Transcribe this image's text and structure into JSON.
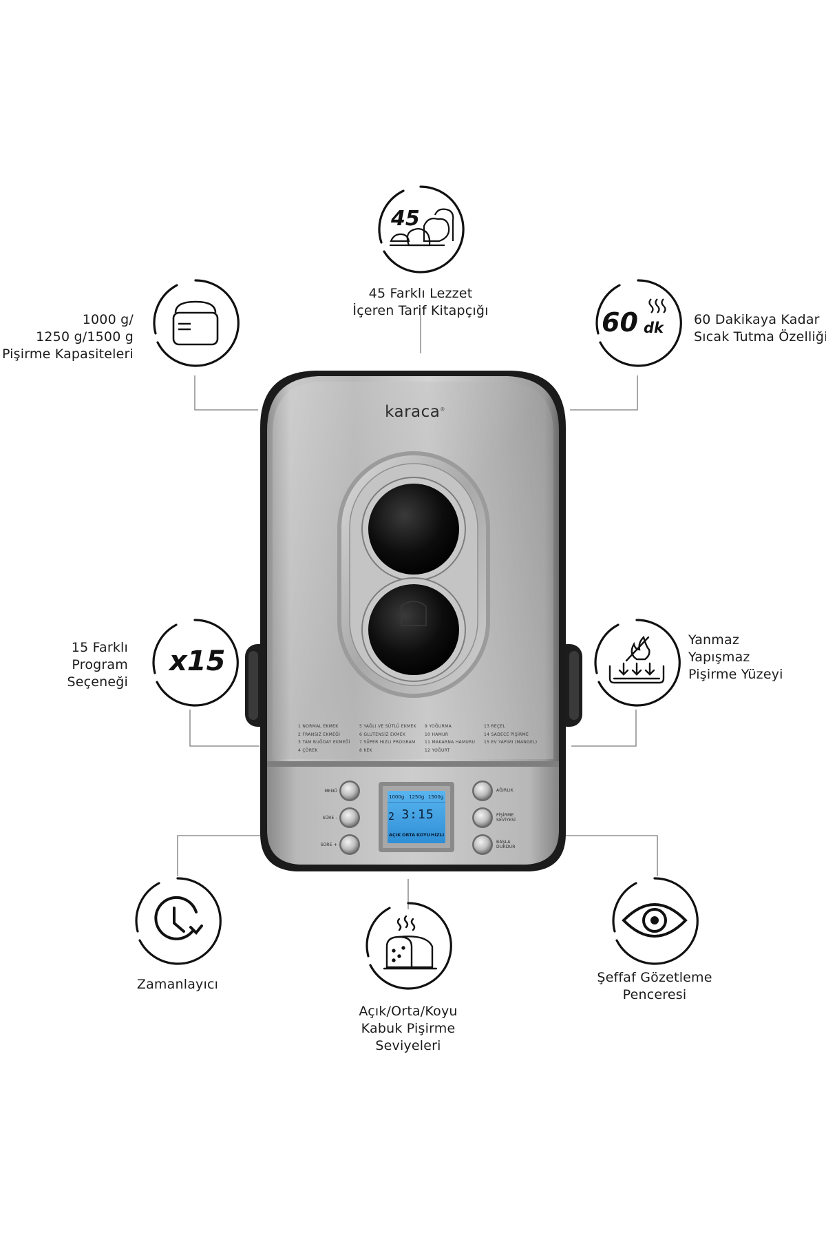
{
  "brand": {
    "name": "karaca",
    "mark": "®"
  },
  "features": {
    "recipes": {
      "icon": "recipe-book-icon",
      "number": "45",
      "lines": [
        "45 Farklı Lezzet",
        "İçeren Tarif Kitapçığı"
      ]
    },
    "capacity": {
      "icon": "bread-pan-icon",
      "lines": [
        "1000 g/",
        "1250 g/1500 g",
        "Pişirme Kapasiteleri"
      ]
    },
    "keep_warm": {
      "icon": "keep-warm-icon",
      "number": "60",
      "unit": "dk",
      "lines": [
        "60 Dakikaya Kadar",
        "Sıcak Tutma Özelliği"
      ]
    },
    "programs": {
      "icon": "programs-icon",
      "number": "x15",
      "lines": [
        "15 Farklı",
        "Program",
        "Seçeneği"
      ]
    },
    "nonstick": {
      "icon": "nonstick-surface-icon",
      "lines": [
        "Yanmaz",
        "Yapışmaz",
        "Pişirme Yüzeyi"
      ]
    },
    "timer": {
      "icon": "timer-clock-icon",
      "lines": [
        "Zamanlayıcı"
      ]
    },
    "crust": {
      "icon": "bread-loaf-icon",
      "lines": [
        "Açık/Orta/Koyu",
        "Kabuk Pişirme",
        "Seviyeleri"
      ]
    },
    "window": {
      "icon": "eye-icon",
      "lines": [
        "Şeffaf Gözetleme",
        "Penceresi"
      ]
    }
  },
  "program_list": [
    [
      "1 NORMAL EKMEK",
      "2 FRANSIZ EKMEĞİ",
      "3 TAM BUĞDAY EKMEĞİ",
      "4 ÇÖREK"
    ],
    [
      "5 YAĞLI VE SÜTLÜ EKMEK",
      "6 GLUTENSİZ EKMEK",
      "7 SÜPER HIZLI PROGRAM",
      "8 KEK"
    ],
    [
      "9 YOĞURMA",
      "10 HAMUR",
      "11 MAKARNA HAMURU",
      "12 YOĞURT"
    ],
    [
      "13 REÇEL",
      "14 SADECE PİŞİRME",
      "15 EV YAPIMI (MANGEL)"
    ]
  ],
  "control_panel": {
    "left_buttons": [
      "MENÜ",
      "SÜRE -",
      "SÜRE +"
    ],
    "right_buttons": [
      [
        "AĞIRLIK"
      ],
      [
        "PİŞİRME",
        "SEVİYESİ"
      ],
      [
        "BAŞLA",
        "DURDUR"
      ]
    ],
    "lcd": {
      "weights": [
        "1000g",
        "1250g",
        "1500g"
      ],
      "program_number": "2",
      "time": "3:15",
      "crust_levels": [
        "AÇIK",
        "ORTA",
        "KOYU",
        "HIZLI"
      ],
      "backlight_color": "#3f9fe0"
    }
  },
  "colors": {
    "line": "#6d6d6d",
    "icon": "#111111",
    "lcd": "#3f9fe0"
  }
}
